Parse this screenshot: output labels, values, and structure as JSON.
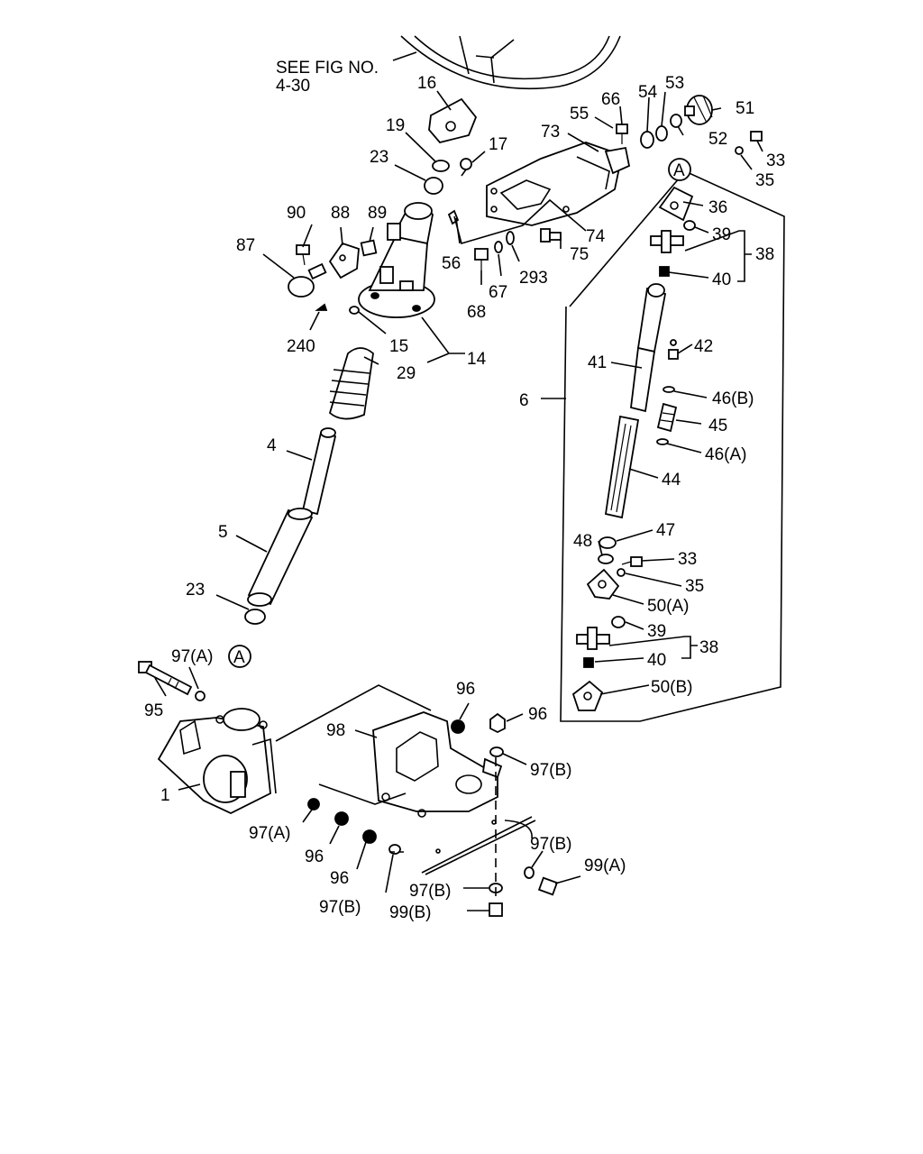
{
  "diagram": {
    "see_fig_line1": "SEE FIG NO.",
    "see_fig_line2": "4-30",
    "ref_mark": "A",
    "labels": {
      "p1": "1",
      "p4": "4",
      "p5": "5",
      "p6": "6",
      "p14": "14",
      "p15": "15",
      "p16": "16",
      "p17": "17",
      "p19": "19",
      "p23a": "23",
      "p23b": "23",
      "p29": "29",
      "p33a": "33",
      "p33b": "33",
      "p35a": "35",
      "p35b": "35",
      "p36": "36",
      "p38a": "38",
      "p38b": "38",
      "p39a": "39",
      "p39b": "39",
      "p40a": "40",
      "p40b": "40",
      "p41": "41",
      "p42": "42",
      "p44": "44",
      "p45": "45",
      "p46a": "46(A)",
      "p46b": "46(B)",
      "p47": "47",
      "p48": "48",
      "p50a": "50(A)",
      "p50b": "50(B)",
      "p51": "51",
      "p52": "52",
      "p53": "53",
      "p54": "54",
      "p55": "55",
      "p56": "56",
      "p66": "66",
      "p67": "67",
      "p68": "68",
      "p73": "73",
      "p74": "74",
      "p75": "75",
      "p87": "87",
      "p88": "88",
      "p89": "89",
      "p90": "90",
      "p95": "95",
      "p96a": "96",
      "p96b": "96",
      "p96c": "96",
      "p96d": "96",
      "p97a1": "97(A)",
      "p97a2": "97(A)",
      "p97b1": "97(B)",
      "p97b2": "97(B)",
      "p97b3": "97(B)",
      "p97b4": "97(B)",
      "p98": "98",
      "p99a": "99(A)",
      "p99b": "99(B)",
      "p240": "240",
      "p293": "293"
    }
  }
}
